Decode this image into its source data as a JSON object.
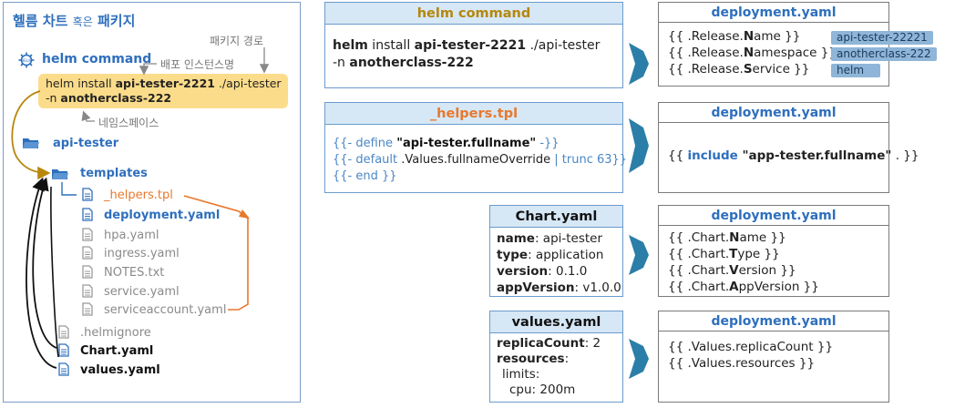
{
  "left": {
    "title_a": "헬름 차트",
    "title_sep": "혹은",
    "title_b": "패키지",
    "label_package_path": "패키지 경로",
    "helm_icon_text": "HELM",
    "helm_command": "helm command",
    "label_release_name": "배포 인스턴스명",
    "cmd_line1_a": "helm install ",
    "cmd_line1_b": "api-tester-2221",
    "cmd_line1_c": " ./api-tester",
    "cmd_line2_a": "-n ",
    "cmd_line2_b": "anotherclass-222",
    "label_namespace": "네임스페이스",
    "tree": {
      "root": "api-tester",
      "templates": "templates",
      "helpers": "_helpers.tpl",
      "deployment": "deployment.yaml",
      "hpa": "hpa.yaml",
      "ingress": "ingress.yaml",
      "notes": "NOTES.txt",
      "service": "service.yaml",
      "serviceaccount": "serviceaccount.yaml",
      "helmignore": ".helmignore",
      "chart": "Chart.yaml",
      "values": "values.yaml"
    }
  },
  "panels": {
    "helm_command": {
      "title": "helm command",
      "line1_a": "helm",
      "line1_b": " install ",
      "line1_c": "api-tester-2221",
      "line1_d": " ./api-tester",
      "line2_a": "-n ",
      "line2_b": "anotherclass-222"
    },
    "helpers": {
      "title": "_helpers.tpl",
      "l1_a": "{{- define ",
      "l1_b": "\"api-tester.fullname\"",
      "l1_c": " -}}",
      "l2_a": "{{- default ",
      "l2_b": ".Values.fullnameOverride",
      "l2_c": " | trunc 63}}",
      "l3": "{{- end }}"
    },
    "chart": {
      "title": "Chart.yaml",
      "rows": [
        {
          "k": "name",
          "v": ": api-tester"
        },
        {
          "k": "type",
          "v": ": application"
        },
        {
          "k": "version",
          "v": ": 0.1.0"
        },
        {
          "k": "appVersion",
          "v": ": v1.0.0"
        }
      ]
    },
    "values": {
      "title": "values.yaml",
      "l1_k": "replicaCount",
      "l1_v": ": 2",
      "l2_k": "resources",
      "l2_v": ":",
      "l3": "limits:",
      "l4": "cpu: 200m"
    }
  },
  "deployments": {
    "title": "deployment.yaml",
    "d1": {
      "r1_a": "{{ .Release.",
      "r1_b": "N",
      "r1_c": "ame }}",
      "r2_a": "{{ .Release.",
      "r2_b": "N",
      "r2_c": "amespace }}",
      "r3_a": "{{ .Release.",
      "r3_b": "S",
      "r3_c": "ervice }}",
      "badges": [
        "api-tester-22221",
        "anotherclass-222",
        "helm"
      ]
    },
    "d2": {
      "a": "{{ ",
      "b": "include",
      "c": " \"app-tester.fullname\"",
      "d": " . }}"
    },
    "d3": {
      "r1_a": "{{ .Chart.",
      "r1_b": "N",
      "r1_c": "ame }}",
      "r2_a": "{{ .Chart.",
      "r2_b": "T",
      "r2_c": "ype }}",
      "r3_a": "{{ .Chart.",
      "r3_b": "V",
      "r3_c": "ersion }}",
      "r4_a": "{{ .Chart.",
      "r4_b": "A",
      "r4_c": "ppVersion }}"
    },
    "d4": {
      "r1": "{{ .Values.replicaCount }}",
      "r2": "{{ .Values.resources }}"
    }
  },
  "colors": {
    "accent_blue": "#2e6fbd",
    "header_fill": "#d6e7f5",
    "command_highlight": "#fbdc8a",
    "arrow_blue": "#2b7ea8",
    "orange": "#e8782c",
    "badge_fill": "#8fb5d8"
  }
}
